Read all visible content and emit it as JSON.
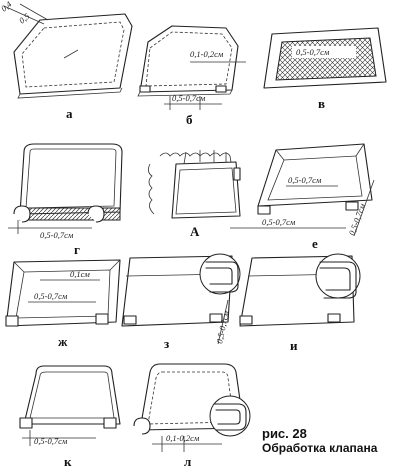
{
  "figure": {
    "number": "рис. 28",
    "title": "Обработка клапана"
  },
  "panels": [
    {
      "letter": "а",
      "dims": [
        "0,4",
        "0,5"
      ]
    },
    {
      "letter": "б",
      "dims": [
        "0,1-0,2см",
        "0,5-0,7см"
      ]
    },
    {
      "letter": "в",
      "dims": [
        "0,5-0,7см"
      ]
    },
    {
      "letter": "г",
      "dims": [
        "0,5-0,7см"
      ]
    },
    {
      "letter": "А",
      "dims": []
    },
    {
      "letter": "е",
      "dims": [
        "0,5-0,7см",
        "0,5-0,7см",
        "0,5-0,7см"
      ]
    },
    {
      "letter": "ж",
      "dims": [
        "0,1см",
        "0,5-0,7см"
      ]
    },
    {
      "letter": "з",
      "dims": [
        "0,5-0,7см"
      ]
    },
    {
      "letter": "и",
      "dims": []
    },
    {
      "letter": "к",
      "dims": [
        "0,5-0,7см"
      ]
    },
    {
      "letter": "л",
      "dims": [
        "0,1-0,2см"
      ]
    }
  ]
}
